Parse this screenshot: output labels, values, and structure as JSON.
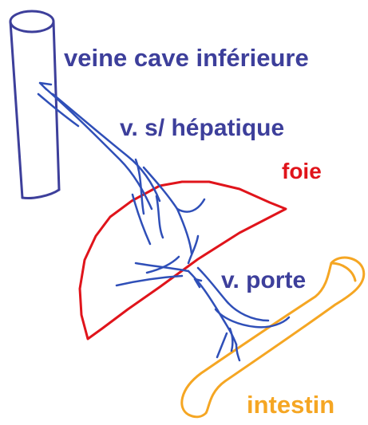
{
  "labels": {
    "vena_cava": "veine cave inférieure",
    "hepatic_vein": "v. s/ hépatique",
    "liver": "foie",
    "portal_vein": "v. porte",
    "intestine": "intestin"
  },
  "colors": {
    "vein": "#3d3f9b",
    "liver": "#e0141b",
    "intestine": "#f5a623",
    "vessel_stroke": "#2f4fb8"
  }
}
